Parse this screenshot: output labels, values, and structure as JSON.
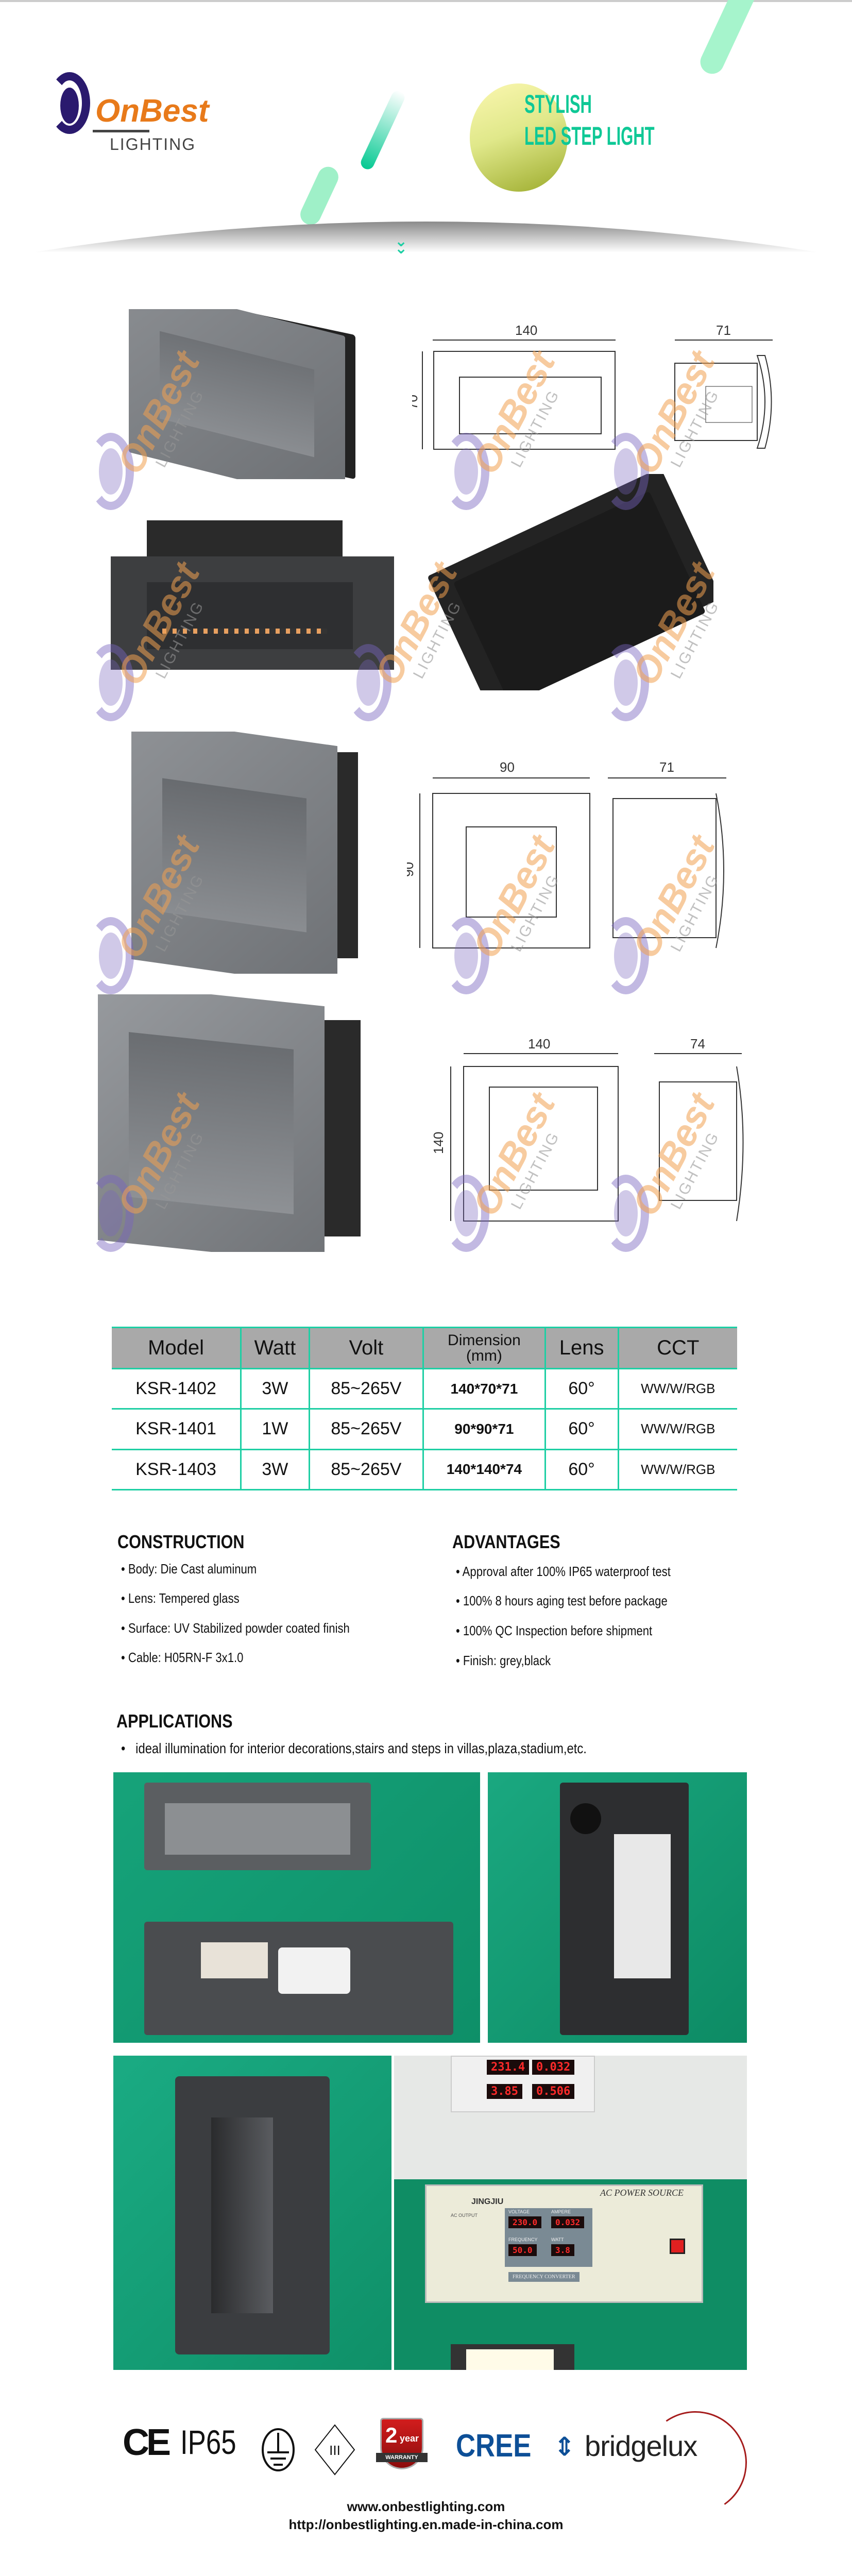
{
  "brand": {
    "name": "OnBest",
    "sub": "LIGHTING",
    "colors": {
      "orange": "#e87a1a",
      "navy": "#2a1a6e",
      "green": "#1ecfa4"
    }
  },
  "hero": {
    "line1": "STYLISH",
    "line2": "LED STEP LIGHT",
    "scroll_icon": "double-chevron-down-icon"
  },
  "watermark": {
    "name": "OnBest",
    "sub": "LIGHTING"
  },
  "drawings": [
    {
      "width": "140",
      "height": "70",
      "depth": "71"
    },
    {
      "width": "90",
      "height": "90",
      "depth": "71"
    },
    {
      "width": "140",
      "height": "140",
      "depth": "74"
    }
  ],
  "spec_table": {
    "headers": [
      "Model",
      "Watt",
      "Volt",
      "Dimension",
      "(mm)",
      "Lens",
      "CCT"
    ],
    "rows": [
      [
        "KSR-1402",
        "3W",
        "85~265V",
        "140*70*71",
        "60°",
        "WW/W/RGB"
      ],
      [
        "KSR-1401",
        "1W",
        "85~265V",
        "90*90*71",
        "60°",
        "WW/W/RGB"
      ],
      [
        "KSR-1403",
        "3W",
        "85~265V",
        "140*140*74",
        "60°",
        "WW/W/RGB"
      ]
    ]
  },
  "construction": {
    "title": "CONSTRUCTION",
    "items": [
      "Body: Die Cast aluminum",
      "Lens: Tempered glass",
      "Surface: UV Stabilized powder coated finish",
      "Cable: H05RN-F 3x1.0"
    ]
  },
  "advantages": {
    "title": "ADVANTAGES",
    "items": [
      "Approval after 100% IP65 waterproof test",
      "100% 8 hours aging test before package",
      "100% QC Inspection before shipment",
      "Finish: grey,black"
    ]
  },
  "applications": {
    "title": "APPLICATIONS",
    "text": "ideal illumination for interior decorations,stairs and steps in villas,plaza,stadium,etc."
  },
  "test_photo": {
    "meter": [
      "231.4",
      "0.032",
      "3.85",
      "0.506"
    ],
    "brand": "JINGJIU",
    "title": "AC POWER SOURCE",
    "voltage_label": "VOLTAGE",
    "voltage": "230.0",
    "ampere_label": "AMPERE",
    "ampere": "0.032",
    "freq_label": "FREQUENCY",
    "freq": "50.0",
    "watt_label": "WATT",
    "watt": "3.8",
    "converter": "FREQUENCY CONVERTER",
    "output": "AC OUTPUT"
  },
  "certs": {
    "ce": "CE",
    "ip": "IP65",
    "class": "III",
    "warranty_num": "2",
    "warranty_unit": "year",
    "warranty_label": "WARRANTY",
    "cree": "CREE",
    "bridgelux": "bridgelux"
  },
  "footer": {
    "url1": "www.onbestlighting.com",
    "url2": "http://onbestlighting.en.made-in-china.com"
  }
}
